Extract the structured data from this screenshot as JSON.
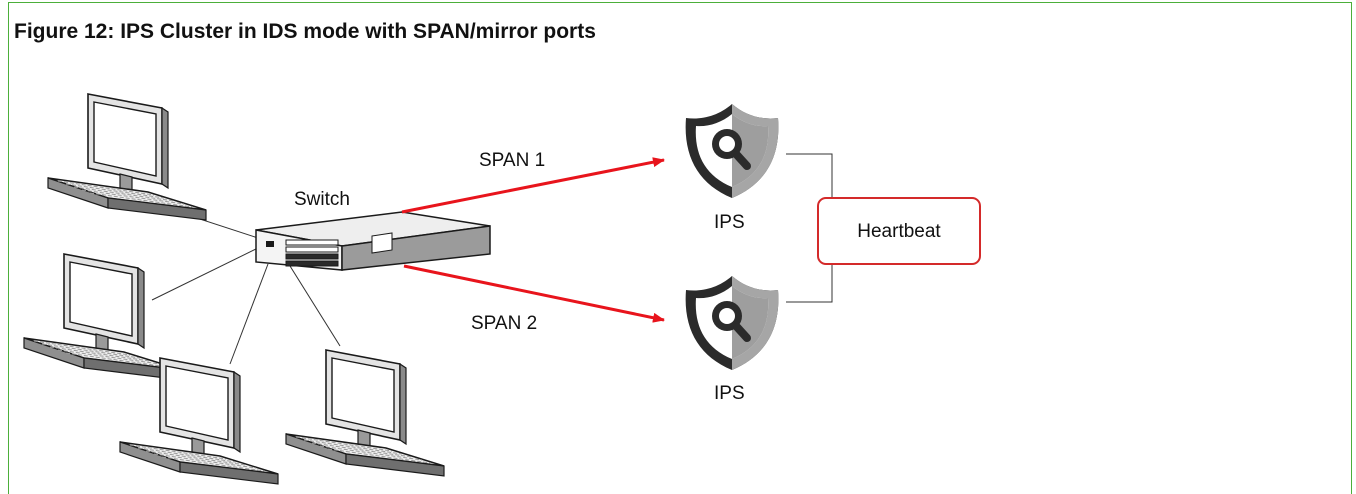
{
  "figure": {
    "title": "Figure 12: IPS Cluster in IDS mode with SPAN/mirror ports"
  },
  "diagram": {
    "switch_label": "Switch",
    "span1_label": "SPAN 1",
    "span2_label": "SPAN 2",
    "ips_top_label": "IPS",
    "ips_bottom_label": "IPS",
    "heartbeat_label": "Heartbeat",
    "workstations": [
      "workstation-1",
      "workstation-2",
      "workstation-3",
      "workstation-4"
    ],
    "icons": {
      "workstation": "desktop-computer-icon",
      "switch": "network-switch-icon",
      "ips": "shield-magnifier-icon"
    }
  },
  "colors": {
    "frame_border": "#4caf3a",
    "span_arrow": "#e8141c",
    "heartbeat_border": "#d42a2a",
    "shield_dark": "#2b2b2b",
    "shield_light": "#a9a9a9"
  }
}
